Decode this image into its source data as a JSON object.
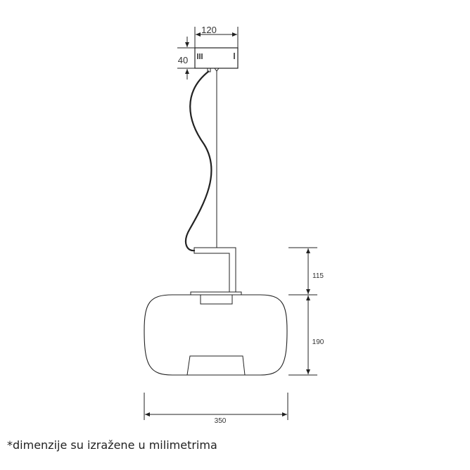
{
  "dimensions": {
    "canopy_width": "120",
    "canopy_height": "40",
    "bracket_height": "115",
    "shade_height": "190",
    "shade_width": "350"
  },
  "footnote": "*dimenzije su izražene u milimetrima"
}
